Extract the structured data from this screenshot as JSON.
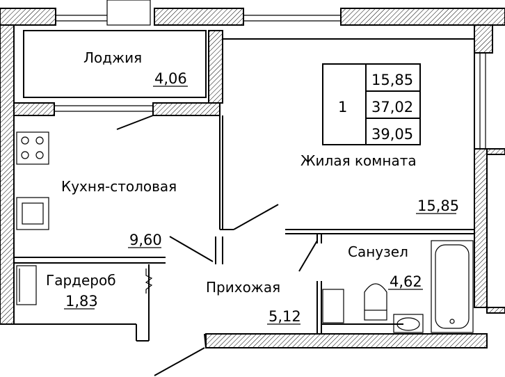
{
  "rooms": {
    "loggia": {
      "name": "Лоджия",
      "area": "4,06"
    },
    "kitchen": {
      "name": "Кухня-столовая",
      "area": "9,60"
    },
    "living": {
      "name": "Жилая комната",
      "area": "15,85"
    },
    "wardrobe": {
      "name": "Гардероб",
      "area": "1,83"
    },
    "hall": {
      "name": "Прихожая",
      "area": "5,12"
    },
    "bathroom": {
      "name": "Санузел",
      "area": "4,62"
    }
  },
  "summary": {
    "rooms_count": "1",
    "living_area": "15,85",
    "total_area": "37,02",
    "total_with_loggia": "39,05"
  }
}
